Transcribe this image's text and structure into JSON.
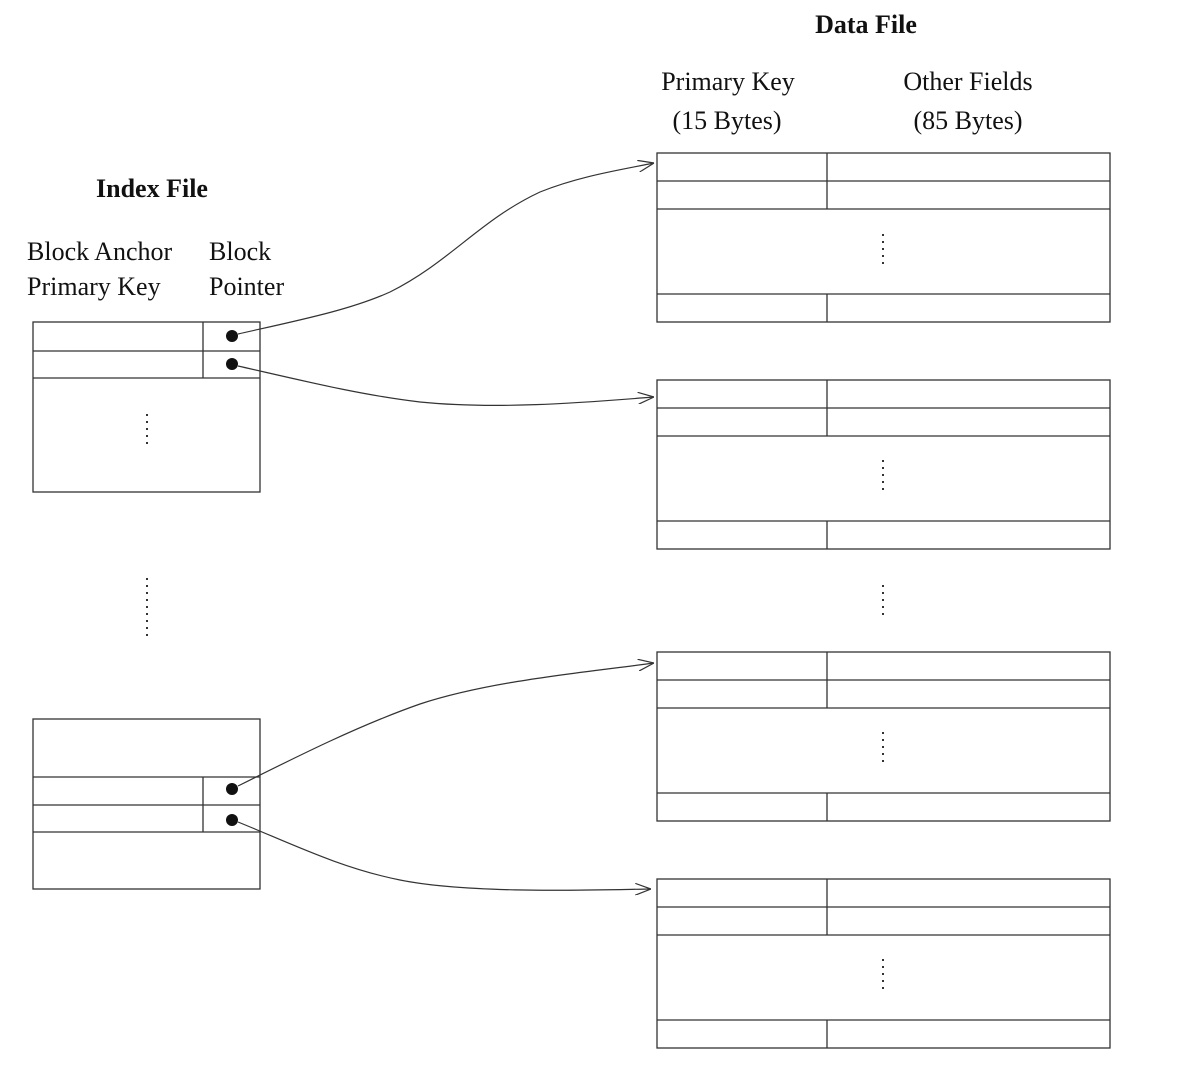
{
  "data_file": {
    "title": "Data File",
    "col1_line1": "Primary Key",
    "col1_line2": "(15 Bytes)",
    "col2_line1": "Other Fields",
    "col2_line2": "(85 Bytes)"
  },
  "index_file": {
    "title": "Index File",
    "col1_line1": "Block Anchor",
    "col1_line2": "Primary Key",
    "col2_line1": "Block",
    "col2_line2": "Pointer"
  }
}
